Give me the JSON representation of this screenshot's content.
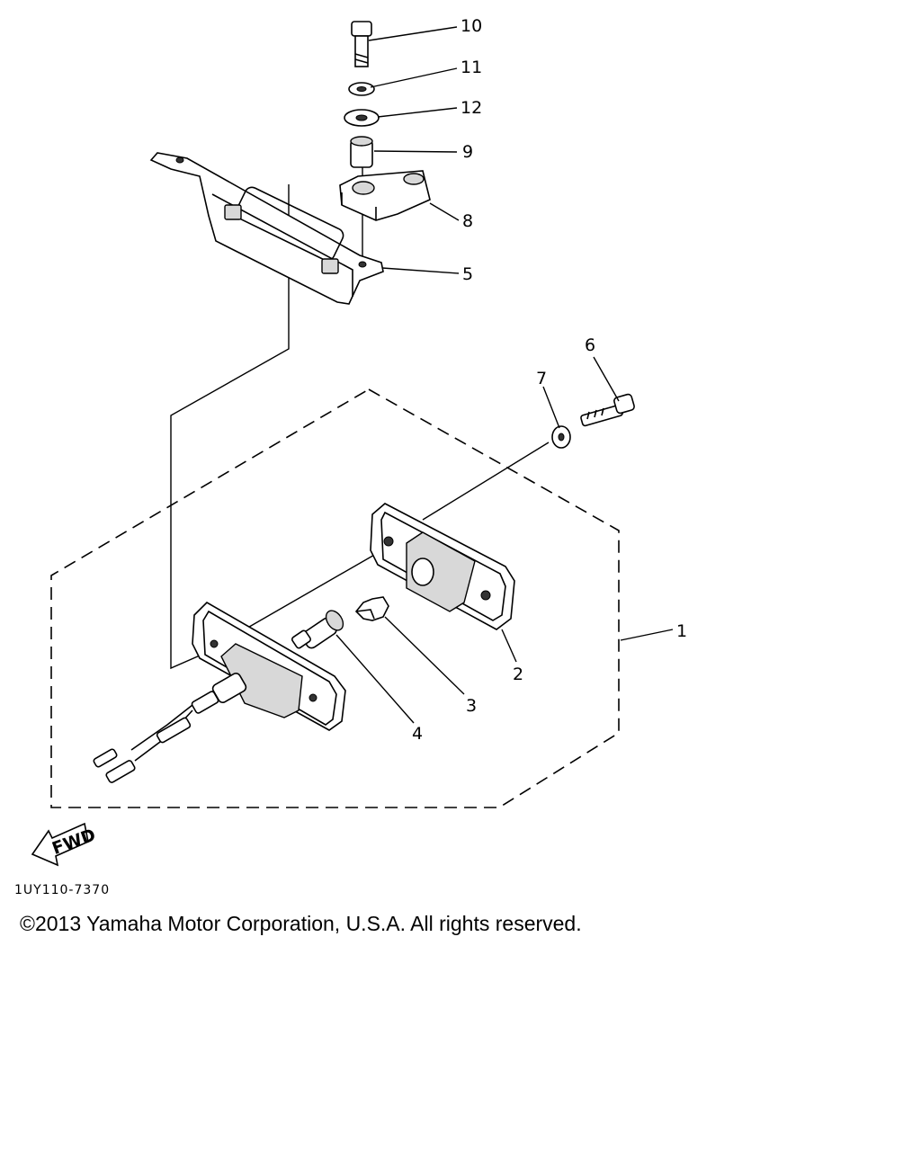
{
  "diagram": {
    "callouts": {
      "c1": "1",
      "c2": "2",
      "c3": "3",
      "c4": "4",
      "c5": "5",
      "c6": "6",
      "c7": "7",
      "c8": "8",
      "c9": "9",
      "c10": "10",
      "c11": "11",
      "c12": "12"
    },
    "fwd_label": "FWD",
    "figure_code": "1UY110-7370"
  },
  "footer": {
    "copyright": "©2013 Yamaha Motor Corporation, U.S.A. All rights reserved."
  }
}
